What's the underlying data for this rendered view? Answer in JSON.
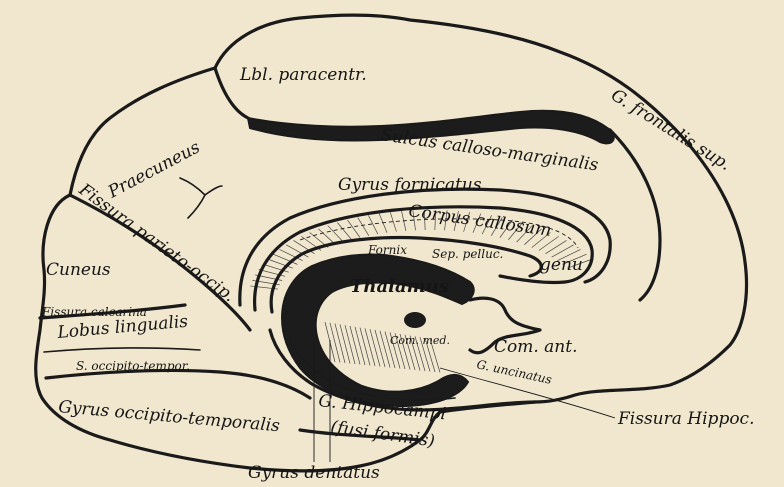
{
  "labels": {
    "lbl_paracentr": "Lbl. paracentr.",
    "g_frontalis_sup": "G. frontalis sup.",
    "sulcus_calloso_marginalis": "Sulcus calloso-marginalis",
    "praecuneus": "Praecuneus",
    "gyrus_fornicatus": "Gyrus fornicatus",
    "fissura_parieto_occip": "Fissura parieto-occip.",
    "corpus_callosum": "Corpus callosum",
    "fornix": "Fornix",
    "sep_pelluc": "Sep. pelluc.",
    "genu": "genu",
    "cuneus": "Cuneus",
    "thalamus": "Thalamus",
    "fissura_calcarina": "Fissura calcarina",
    "lobus_lingualis": "Lobus lingualis",
    "com_med": "Com. med.",
    "com_ant": "Com. ant.",
    "s_occipito_tempor": "S. occipito-tempor.",
    "g_uncinatus": "G. uncinatus",
    "gyrus_occipito_temporalis": "Gyrus occipito-temporalis",
    "g_hippocampi": "G. Hippocampi",
    "fissura_hippoc": "Fissura Hippoc.",
    "fusi_formis": "(fusi formis)",
    "gyrus_dentatus": "Gyrus dentatus"
  }
}
